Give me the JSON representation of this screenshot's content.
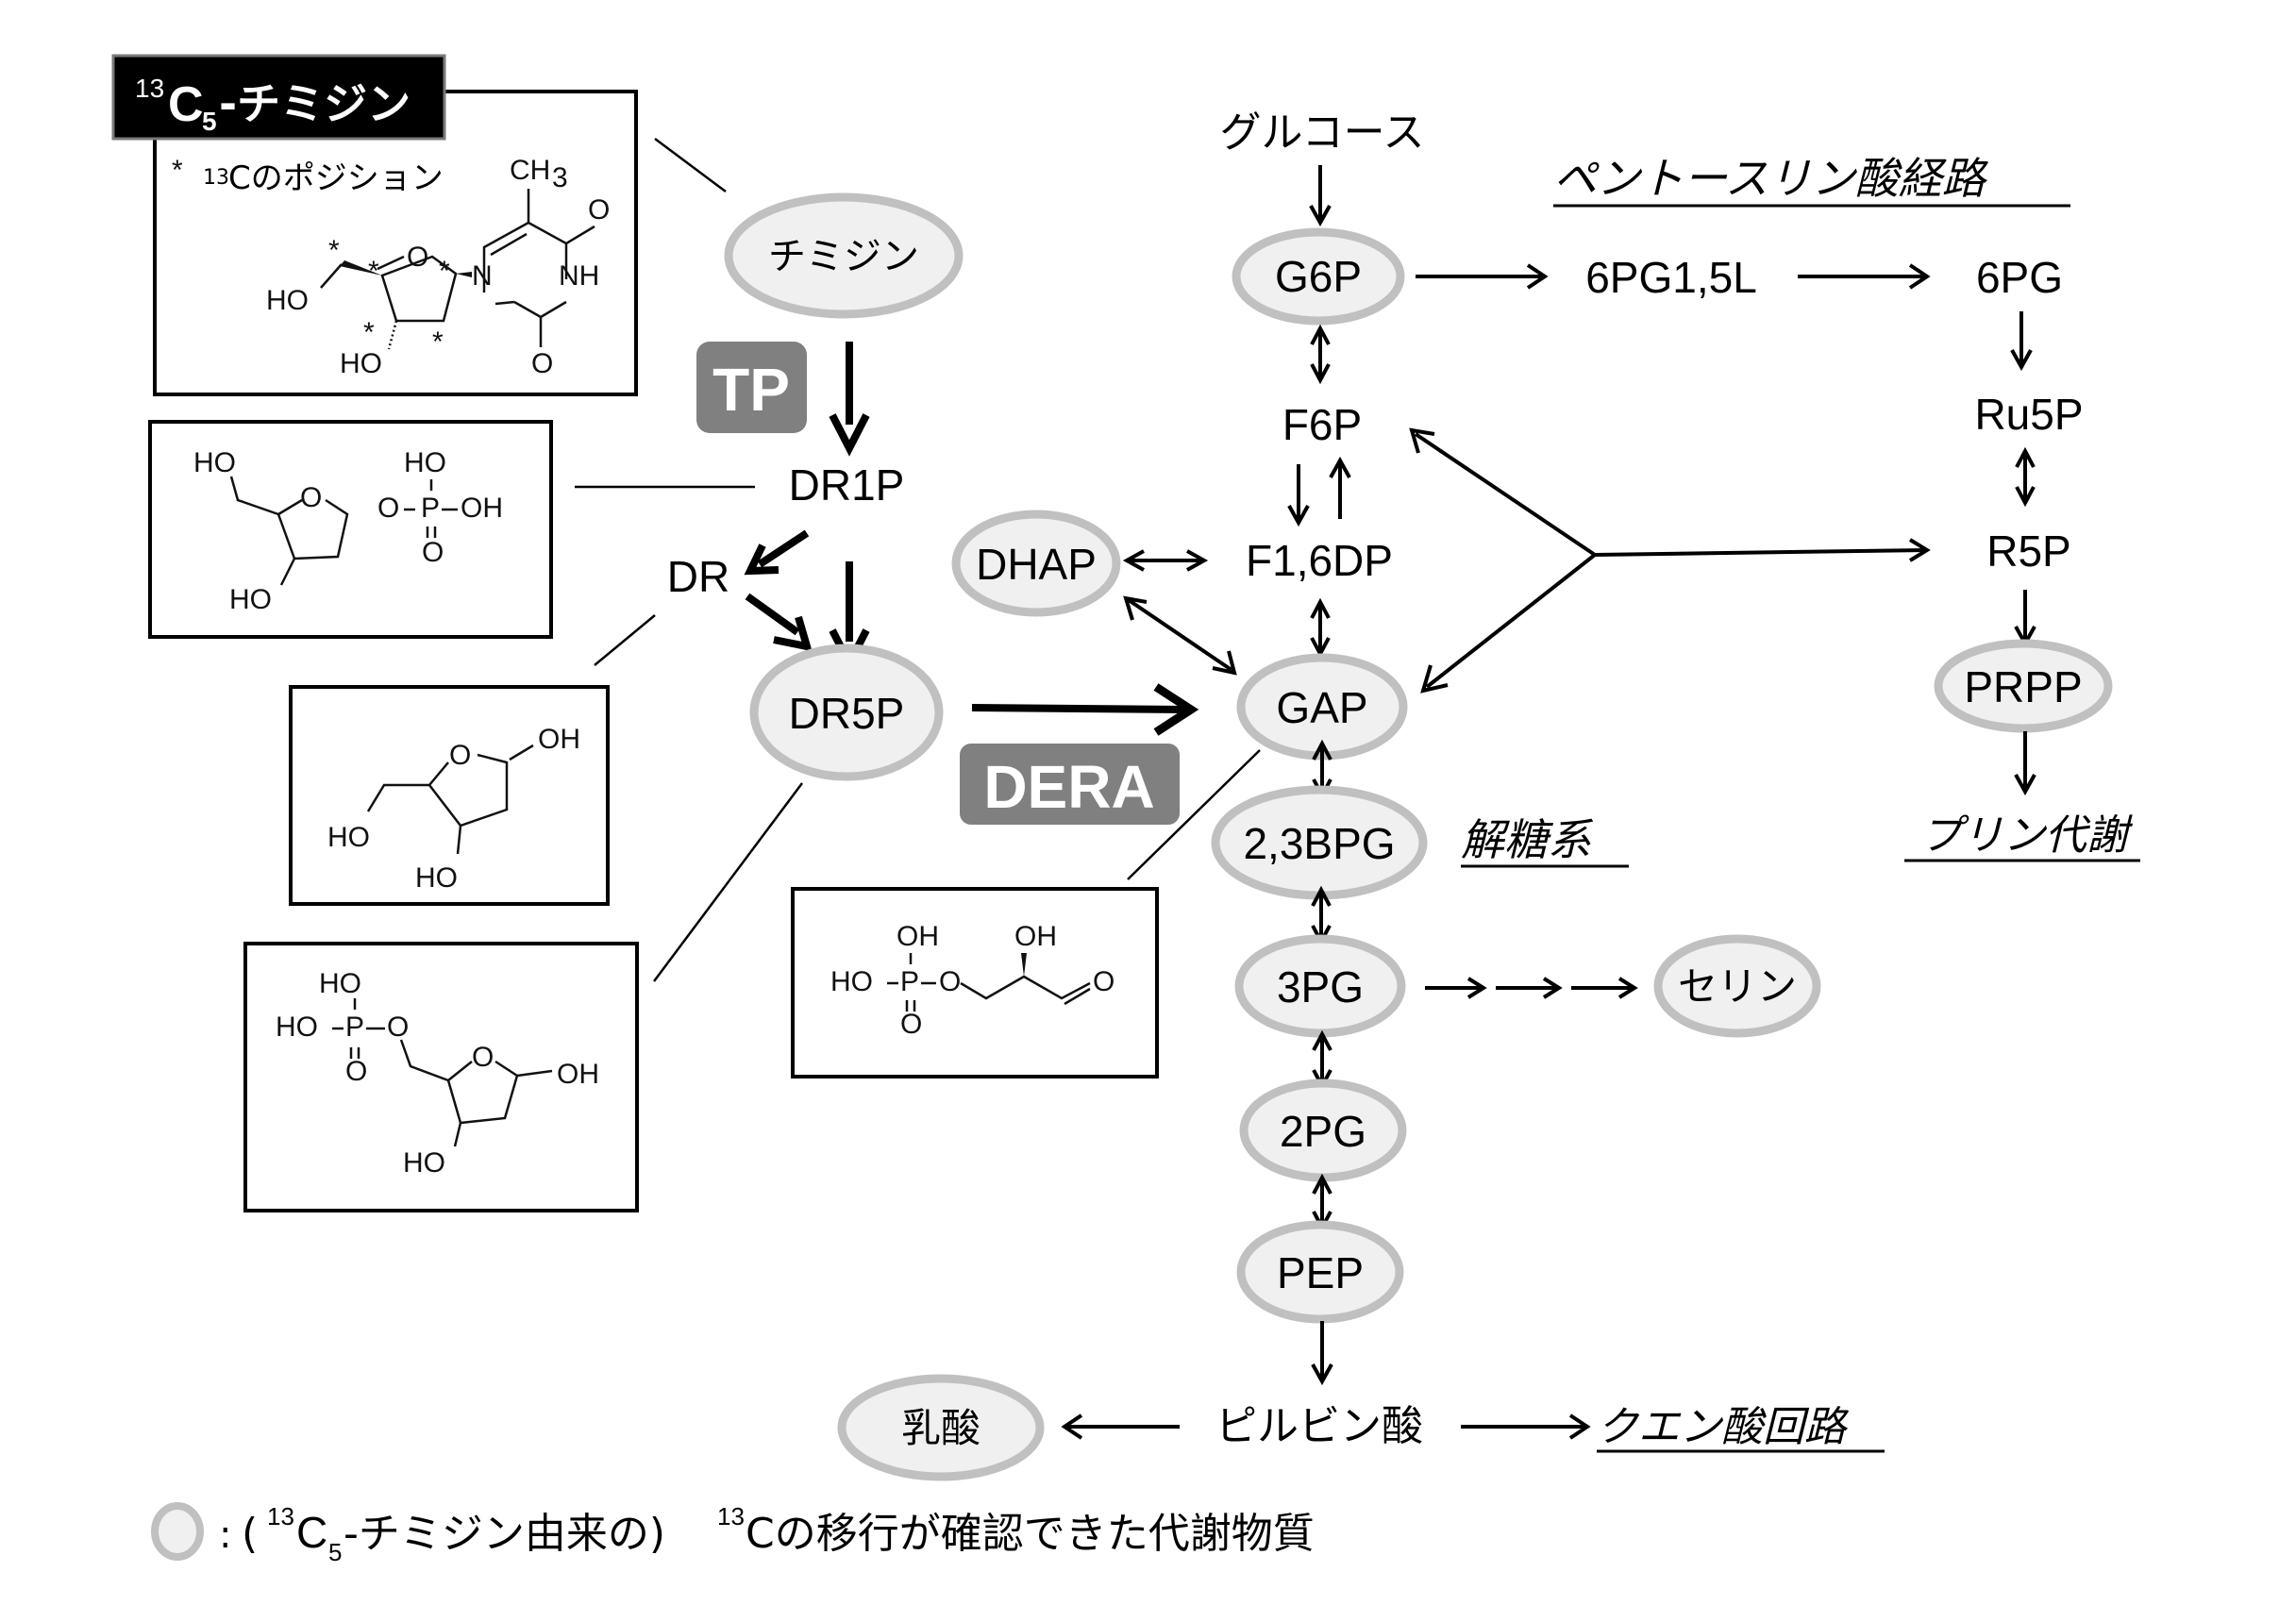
{
  "title_badge": {
    "prefix_sup": "13",
    "main": "C",
    "sub": "5",
    "suffix": "-チミジン"
  },
  "thymidine_box": {
    "note_star": "*",
    "note_sup": "13",
    "note_text": "Cのポジション",
    "methyl": "CH",
    "methyl_sub": "3",
    "labels": {
      "o_top": "O",
      "nh": "NH",
      "o_bottom": "O",
      "n": "N",
      "o_ring": "O",
      "ho_5": "HO",
      "ho_3": "HO",
      "stars": "*"
    }
  },
  "dr1p_box": {
    "labels": {
      "ho_top": "HO",
      "o_ring": "O",
      "o_link": "O",
      "p": "P",
      "oh_right": "OH",
      "ho_p": "HO",
      "o_p": "O",
      "ho_bottom": "HO"
    }
  },
  "dr_box": {
    "labels": {
      "o_ring": "O",
      "oh": "OH",
      "ho_left": "HO",
      "ho_bottom": "HO"
    }
  },
  "dr5p_box": {
    "labels": {
      "ho_top": "HO",
      "ho_left": "HO",
      "p": "P",
      "o_link": "O",
      "o_p": "O",
      "o_ring": "O",
      "oh": "OH",
      "ho_bottom": "HO"
    }
  },
  "gap_box": {
    "labels": {
      "oh1": "OH",
      "oh2": "OH",
      "ho": "HO",
      "p": "P",
      "o_link": "O",
      "o_p": "O",
      "o_ald": "O"
    }
  },
  "enzymes": {
    "tp": "TP",
    "dera": "DERA"
  },
  "nodes": {
    "thymidine": "チミジン",
    "dr1p": "DR1P",
    "dr": "DR",
    "dr5p": "DR5P",
    "glucose": "グルコース",
    "g6p": "G6P",
    "f6p": "F6P",
    "f16dp": "F1,6DP",
    "dhap": "DHAP",
    "gap": "GAP",
    "bpg23": "2,3BPG",
    "pg3": "3PG",
    "serine": "セリン",
    "pg2": "2PG",
    "pep": "PEP",
    "pyruvate": "ピルビン酸",
    "lactate": "乳酸",
    "pg6_15l": "6PG1,5L",
    "pg6": "6PG",
    "ru5p": "Ru5P",
    "r5p": "R5P",
    "prpp": "PRPP"
  },
  "pathways": {
    "pentose_phosphate": "ペントースリン酸経路",
    "glycolysis": "解糖系",
    "purine_metabolism": "プリン代謝",
    "tca_cycle": "クエン酸回路"
  },
  "legend": {
    "colon": ":",
    "open_paren": "(",
    "sup1": "13",
    "c": "C",
    "sub5": "5",
    "origin": "-チミジン由来の)",
    "sup2": "13",
    "rest": "Cの移行が確認できた代謝物質"
  },
  "colors": {
    "detected_fill": "#f0f0f0",
    "detected_stroke": "#c0c0c0",
    "enzyme_badge": "#808080",
    "title_badge": "#000000"
  }
}
